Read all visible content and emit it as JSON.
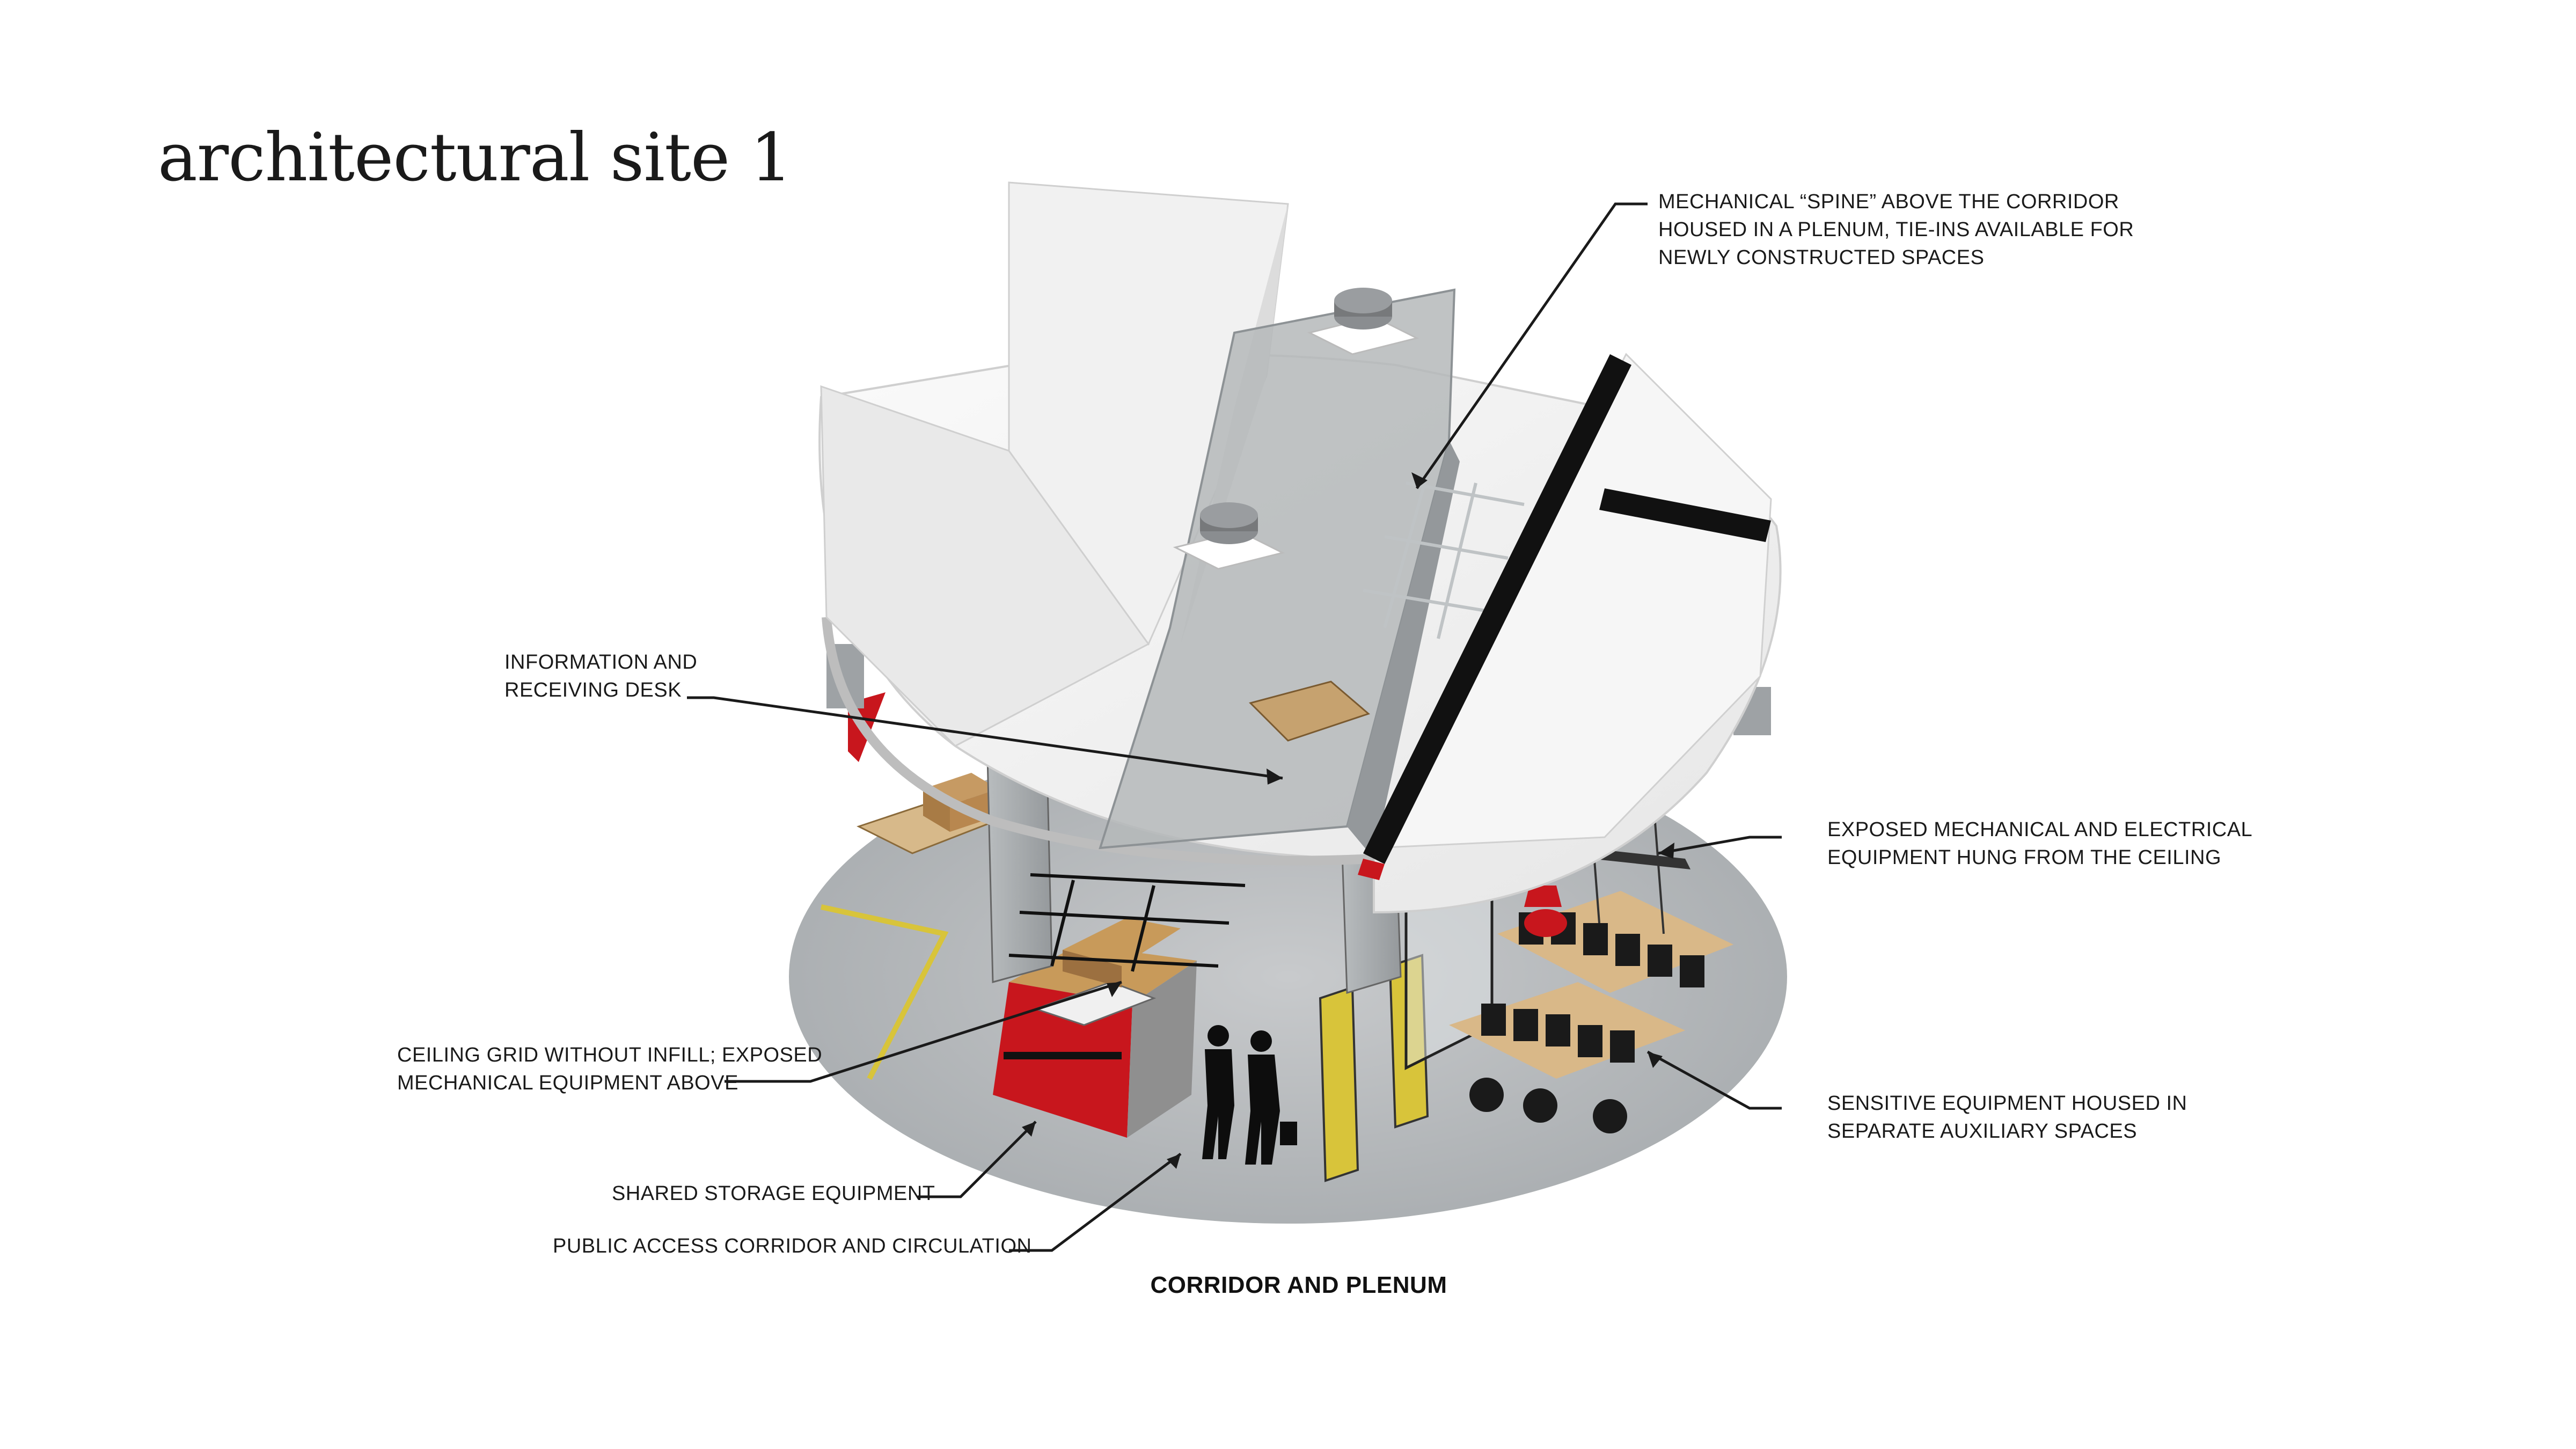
{
  "title": "architectural site 1",
  "caption": "CORRIDOR AND PLENUM",
  "annotations": [
    {
      "id": "spine",
      "lines": [
        "MECHANICAL “SPINE” ABOVE THE CORRIDOR",
        "HOUSED IN A PLENUM, TIE-INS AVAILABLE FOR",
        "NEWLY CONSTRUCTED SPACES"
      ]
    },
    {
      "id": "desk",
      "lines": [
        "INFORMATION AND",
        "RECEIVING DESK"
      ]
    },
    {
      "id": "exposed",
      "lines": [
        "EXPOSED MECHANICAL AND ELECTRICAL",
        "EQUIPMENT HUNG FROM THE CEILING"
      ]
    },
    {
      "id": "grid",
      "lines": [
        "CEILING GRID WITHOUT INFILL; EXPOSED",
        "MECHANICAL EQUIPMENT ABOVE"
      ]
    },
    {
      "id": "sensitive",
      "lines": [
        "SENSITIVE EQUIPMENT HOUSED IN",
        "SEPARATE AUXILIARY SPACES"
      ]
    },
    {
      "id": "storage",
      "lines": [
        "SHARED STORAGE EQUIPMENT"
      ]
    },
    {
      "id": "corridor",
      "lines": [
        "PUBLIC ACCESS CORRIDOR AND CIRCULATION"
      ]
    }
  ],
  "colors": {
    "floor": "#b9bcbe",
    "roof": "#f4f4f4",
    "accent_red": "#c8161d",
    "accent_yellow": "#d8c43a",
    "wood": "#c89a5a",
    "metal": "#a7acae",
    "ink": "#1a1a1a"
  }
}
